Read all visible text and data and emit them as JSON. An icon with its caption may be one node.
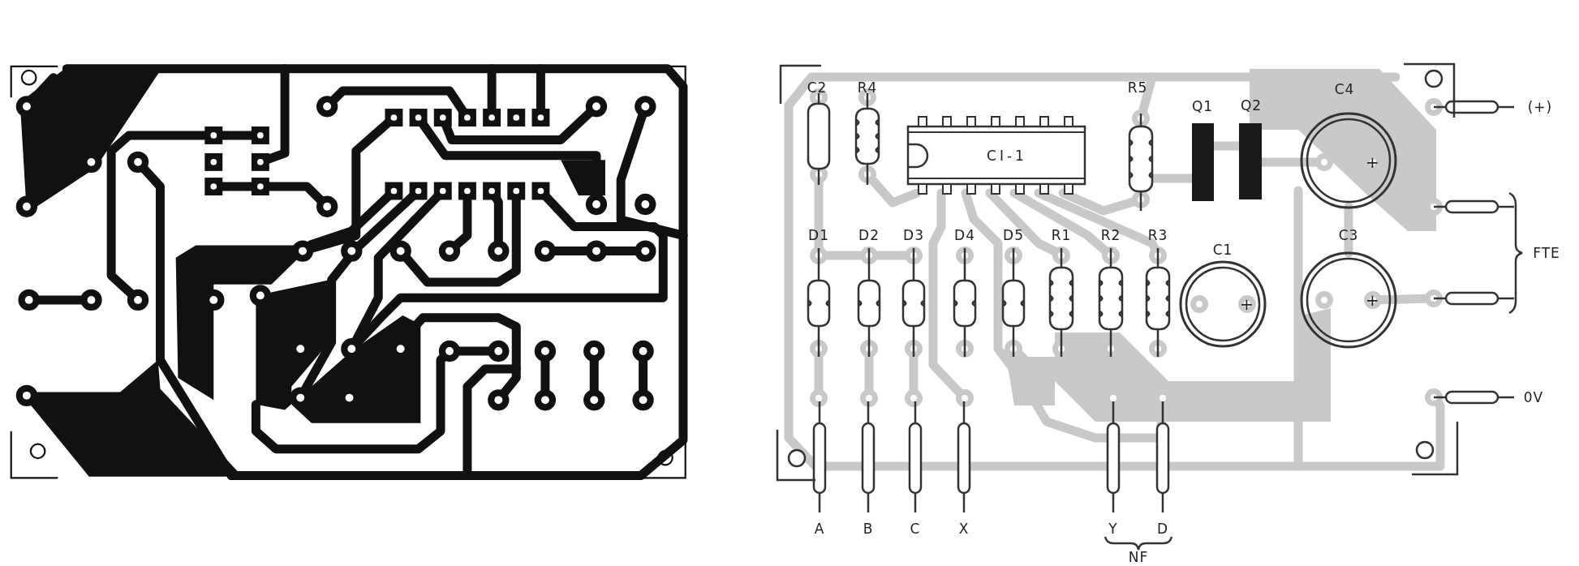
{
  "diagram": {
    "labels": [
      "C2",
      "R4",
      "R5",
      "C4",
      "Q1",
      "Q2",
      "(+)",
      "CI-1",
      "+",
      "D1",
      "D2",
      "D3",
      "D4",
      "D5",
      "R1",
      "R2",
      "R3",
      "C1",
      "C3",
      "FTE",
      "+",
      "+",
      "0V",
      "A",
      "B",
      "C",
      "X",
      "Y",
      "D",
      "NF"
    ]
  }
}
